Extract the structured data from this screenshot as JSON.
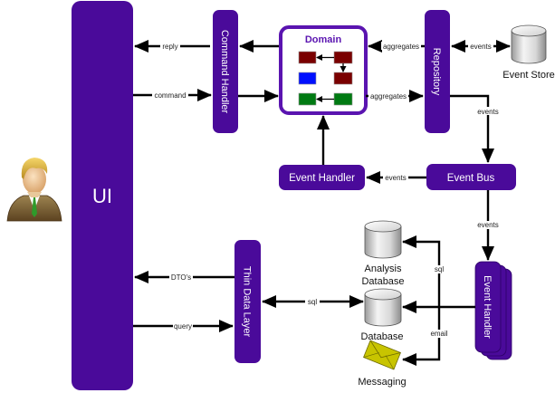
{
  "colors": {
    "component": "#4a0a9a",
    "domain_border": "#5a14b0",
    "domain_title": "#5a14b0",
    "aggregate_red": "#7a0000",
    "aggregate_blue": "#0010ff",
    "aggregate_green": "#007a12",
    "envelope": "#c8c400",
    "arrow": "#000000"
  },
  "actor": {
    "icon": "user-businessman-icon"
  },
  "components": {
    "ui": "UI",
    "command_handler": "Command Handler",
    "domain": "Domain",
    "repository": "Repository",
    "event_bus": "Event Bus",
    "event_handler_domain": "Event Handler",
    "event_handler_read": "Event Handler",
    "thin_data_layer": "Thin Data Layer"
  },
  "stores": {
    "event_store": "Event Store",
    "analysis_db_line1": "Analysis",
    "analysis_db_line2": "Database",
    "database": "Database",
    "messaging": "Messaging"
  },
  "edges": {
    "reply": "reply",
    "command": "command",
    "aggregates_in": "aggregates",
    "aggregates_out": "aggregates",
    "repo_event_store": "events",
    "repo_event_bus": "events",
    "bus_event_handler": "events",
    "bus_read_handler": "events",
    "dtos": "DTO's",
    "query": "query",
    "tdl_sql": "sql",
    "handler_sql": "sql",
    "handler_email": "email"
  }
}
